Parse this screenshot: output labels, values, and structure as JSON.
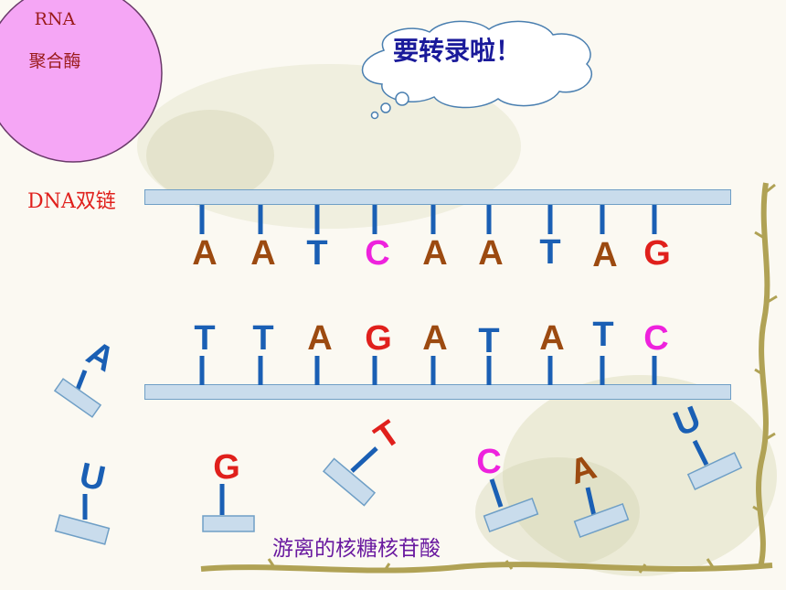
{
  "enzyme": {
    "line1": "RNA",
    "line2": "聚合酶"
  },
  "speech_bubble": "要转录啦！",
  "dna_label": "DNA双链",
  "free_label": "游离的核糖核苷酸",
  "top_strand": [
    {
      "letter": "A",
      "color": "#9c4a10"
    },
    {
      "letter": "A",
      "color": "#9c4a10"
    },
    {
      "letter": "T",
      "color": "#1a5fb4"
    },
    {
      "letter": "C",
      "color": "#ee22dd"
    },
    {
      "letter": "A",
      "color": "#9c4a10"
    },
    {
      "letter": "A",
      "color": "#9c4a10"
    },
    {
      "letter": "T",
      "color": "#1a5fb4"
    },
    {
      "letter": "A",
      "color": "#9c4a10"
    },
    {
      "letter": "G",
      "color": "#e0201c"
    }
  ],
  "bottom_strand": [
    {
      "letter": "T",
      "color": "#1a5fb4"
    },
    {
      "letter": "T",
      "color": "#1a5fb4"
    },
    {
      "letter": "A",
      "color": "#9c4a10"
    },
    {
      "letter": "G",
      "color": "#e0201c"
    },
    {
      "letter": "A",
      "color": "#9c4a10"
    },
    {
      "letter": "T",
      "color": "#1a5fb4"
    },
    {
      "letter": "A",
      "color": "#9c4a10"
    },
    {
      "letter": "T",
      "color": "#1a5fb4"
    },
    {
      "letter": "C",
      "color": "#ee22dd"
    }
  ],
  "free_nucleotides": [
    {
      "letter": "A",
      "color": "#1a5fb4"
    },
    {
      "letter": "U",
      "color": "#1a5fb4"
    },
    {
      "letter": "G",
      "color": "#e0201c"
    },
    {
      "letter": "T",
      "color": "#e0201c"
    },
    {
      "letter": "C",
      "color": "#ee22dd"
    },
    {
      "letter": "A",
      "color": "#9c4a10"
    },
    {
      "letter": "U",
      "color": "#1a5fb4"
    }
  ]
}
